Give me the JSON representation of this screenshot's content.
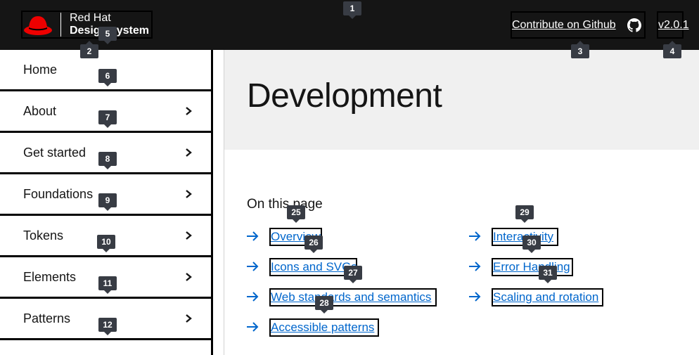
{
  "header": {
    "logo_line1": "Red Hat",
    "logo_line2": "Design system",
    "github_label": "Contribute on Github",
    "version": "v2.0.1"
  },
  "sidebar": {
    "items": [
      {
        "label": "Home",
        "expandable": false
      },
      {
        "label": "About",
        "expandable": true
      },
      {
        "label": "Get started",
        "expandable": true
      },
      {
        "label": "Foundations",
        "expandable": true
      },
      {
        "label": "Tokens",
        "expandable": true
      },
      {
        "label": "Elements",
        "expandable": true
      },
      {
        "label": "Patterns",
        "expandable": true
      }
    ]
  },
  "main": {
    "title": "Development",
    "on_this_page": "On this page",
    "toc_left": [
      "Overview",
      "Icons and SVGs",
      "Web standards and semantics",
      "Accessible patterns"
    ],
    "toc_right": [
      "Interactivity",
      "Error Handling",
      "Scaling and rotation"
    ]
  },
  "badges": [
    "1",
    "2",
    "3",
    "4",
    "5",
    "6",
    "7",
    "8",
    "9",
    "10",
    "11",
    "12",
    "25",
    "26",
    "27",
    "28",
    "29",
    "30",
    "31"
  ],
  "colors": {
    "header_bg": "#151515",
    "link": "#0066cc",
    "brand_red": "#ee0000",
    "hero_bg": "#f0f0f0",
    "badge_bg": "#383c44"
  },
  "icons": {
    "logo": "red-hat-icon",
    "github": "github-icon",
    "chevron": "chevron-right-icon",
    "arrow": "arrow-right-icon"
  }
}
